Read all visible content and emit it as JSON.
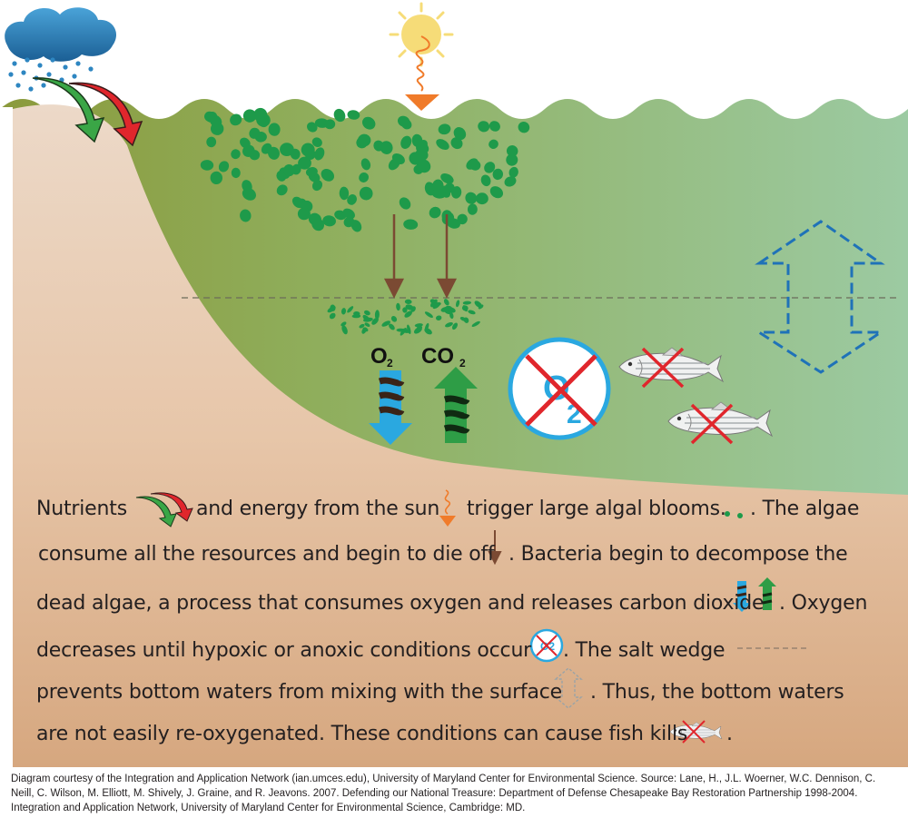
{
  "labels": {
    "o2": "O₂",
    "co2": "CO₂",
    "o2_crossed": "O2"
  },
  "caption": {
    "l1a": "Nutrients",
    "l1b": "and energy from the sun",
    "l1c": "trigger large algal blooms.",
    "l1d": ". The algae",
    "l2a": "consume all the resources and begin to die off",
    "l2b": ".  Bacteria begin to decompose the",
    "l3a": "dead algae, a process that consumes oxygen and releases carbon dioxide",
    "l3b": ". Oxygen",
    "l4a": "decreases until hypoxic or anoxic conditions occur",
    "l4b": ".  The salt wedge",
    "l5a": "prevents bottom waters from mixing with the surface",
    "l5b": ".  Thus, the bottom waters",
    "l6a": "are not easily re-oxygenated. These conditions can cause fish kills",
    "l6b": "."
  },
  "credit": "Diagram courtesy of the Integration and Application Network (ian.umces.edu), University of Maryland Center for Environmental Science. Source: Lane, H., J.L. Woerner, W.C. Dennison, C. Neill, C. Wilson, M. Elliott, M. Shively, J. Graine, and R. Jeavons. 2007. Defending our National Treasure: Department of Defense Chesapeake Bay Restoration Partnership 1998-2004. Integration and Application Network, University of Maryland Center for Environmental Science, Cambridge: MD.",
  "colors": {
    "water_left": "#8e9e44",
    "water_right": "#98c99e",
    "sediment_top": "#ead6c4",
    "sediment_bottom": "#d7a982",
    "algae": "#1e9a4a",
    "dead_arrow": "#7b4a33",
    "sun": "#f6dc78",
    "sun_arrow": "#f07b2a",
    "o2_arrow": "#2aa8e0",
    "co2_arrow": "#2e9d46",
    "no_symbol": "#e0262c",
    "circle_ring": "#2aa8e0",
    "salt_wedge_arrow": "#1f72b8",
    "rain_cloud": "#2e86c1",
    "nutrient_green": "#3aa646",
    "nutrient_red": "#e0262c"
  },
  "icons": [
    "rain-cloud-icon",
    "sun-icon",
    "nutrient-arrows-icon",
    "sun-energy-arrow-icon",
    "algae-bloom-icon",
    "die-off-arrow-icon",
    "o2-co2-exchange-icon",
    "no-oxygen-icon",
    "fish-kill-icon",
    "salt-wedge-arrow-icon"
  ]
}
